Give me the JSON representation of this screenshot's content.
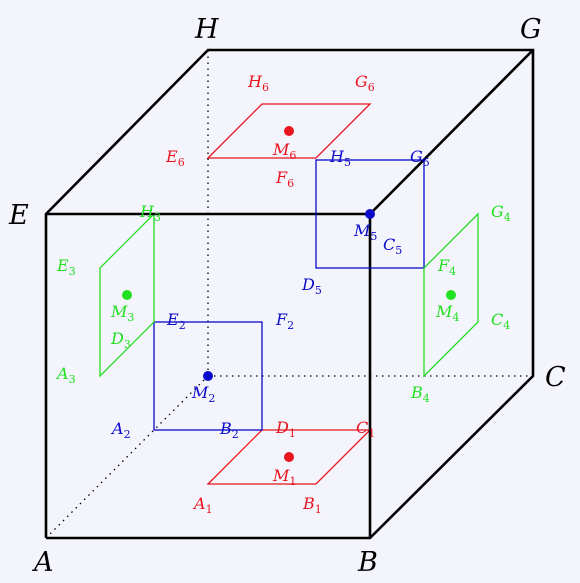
{
  "colors": {
    "background": "#f4f4fd",
    "edge": "#000000",
    "red": "#e8141e",
    "blue": "#0a0ac8",
    "green": "#22e022"
  },
  "cube": {
    "A": "A",
    "B": "B",
    "C": "C",
    "E": "E",
    "G": "G",
    "H": "H"
  },
  "face_labels": {
    "A1": {
      "base": "A",
      "sub": "1"
    },
    "B1": {
      "base": "B",
      "sub": "1"
    },
    "C1": {
      "base": "C",
      "sub": "1"
    },
    "D1": {
      "base": "D",
      "sub": "1"
    },
    "M1": {
      "base": "M",
      "sub": "1"
    },
    "A2": {
      "base": "A",
      "sub": "2"
    },
    "B2": {
      "base": "B",
      "sub": "2"
    },
    "E2": {
      "base": "E",
      "sub": "2"
    },
    "F2": {
      "base": "F",
      "sub": "2"
    },
    "M2": {
      "base": "M",
      "sub": "2"
    },
    "A3": {
      "base": "A",
      "sub": "3"
    },
    "D3": {
      "base": "D",
      "sub": "3"
    },
    "E3": {
      "base": "E",
      "sub": "3"
    },
    "H3": {
      "base": "H",
      "sub": "3"
    },
    "M3": {
      "base": "M",
      "sub": "3"
    },
    "B4": {
      "base": "B",
      "sub": "4"
    },
    "C4": {
      "base": "C",
      "sub": "4"
    },
    "F4": {
      "base": "F",
      "sub": "4"
    },
    "G4": {
      "base": "G",
      "sub": "4"
    },
    "M4": {
      "base": "M",
      "sub": "4"
    },
    "C5": {
      "base": "C",
      "sub": "5"
    },
    "D5": {
      "base": "D",
      "sub": "5"
    },
    "G5": {
      "base": "G",
      "sub": "5"
    },
    "H5": {
      "base": "H",
      "sub": "5"
    },
    "M5": {
      "base": "M",
      "sub": "5"
    },
    "E6": {
      "base": "E",
      "sub": "6"
    },
    "F6": {
      "base": "F",
      "sub": "6"
    },
    "G6": {
      "base": "G",
      "sub": "6"
    },
    "H6": {
      "base": "H",
      "sub": "6"
    },
    "M6": {
      "base": "M",
      "sub": "6"
    }
  }
}
